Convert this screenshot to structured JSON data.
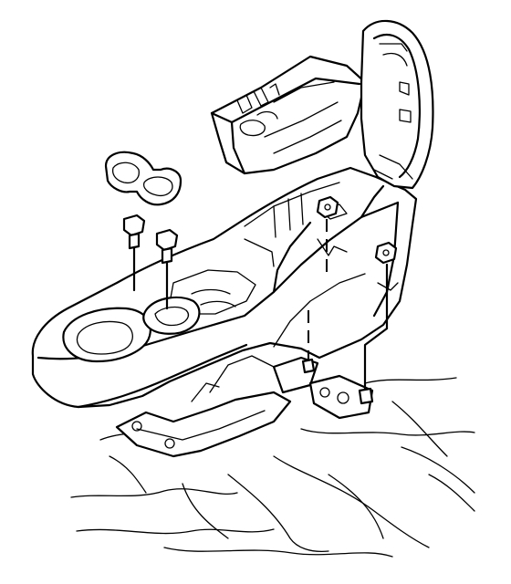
{
  "diagram": {
    "kind": "exploded-view line drawing",
    "subject_parts": [
      "floor-console-body",
      "storage-bin-insert",
      "armrest-lid",
      "cupholder-insert",
      "front-bolt-left",
      "front-bolt-right",
      "rear-nut-left",
      "rear-nut-right",
      "mounting-bracket",
      "floor-carpet"
    ],
    "colors": {
      "line": "#000000",
      "background": "#ffffff"
    }
  }
}
